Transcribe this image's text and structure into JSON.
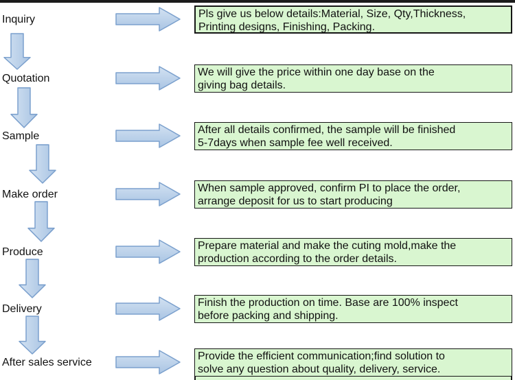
{
  "diagram": {
    "kind": "process-flowchart",
    "steps": [
      {
        "label": "Inquiry",
        "lines": [
          "Pls give us below details:Material, Size, Qty,Thickness,",
          "Printing designs, Finishing, Packing."
        ]
      },
      {
        "label": "Quotation",
        "lines": [
          "We will give the price within one day base on the",
          "giving bag details."
        ]
      },
      {
        "label": "Sample",
        "lines": [
          "After all details confirmed, the sample will be finished",
          "5-7days when sample fee well received."
        ]
      },
      {
        "label": "Make order",
        "lines": [
          "When sample approved, confirm PI to place the order,",
          "arrange deposit for us to start producing"
        ]
      },
      {
        "label": "Produce",
        "lines": [
          "Prepare material and make the cuting mold,make the",
          "production according to the order details."
        ]
      },
      {
        "label": "Delivery",
        "lines": [
          "Finish the production on time. Base are 100% inspect",
          "before packing and shipping."
        ]
      },
      {
        "label": "After sales service",
        "lines": [
          "Provide the efficient communication;find solution to",
          "solve any question about quality, delivery, service."
        ]
      }
    ],
    "icons": {
      "right_arrow": "right-arrow-icon",
      "down_arrow": "down-arrow-icon"
    },
    "colors": {
      "box_fill": "#d9f6d0",
      "box_border": "#151515",
      "text": "#111111",
      "arrow_fill_light": "#d3e2f2",
      "arrow_fill_dark": "#a9c4e3",
      "arrow_border": "#7ba0cd",
      "top_bar": "#1b1b1b",
      "background": "#ffffff"
    }
  }
}
